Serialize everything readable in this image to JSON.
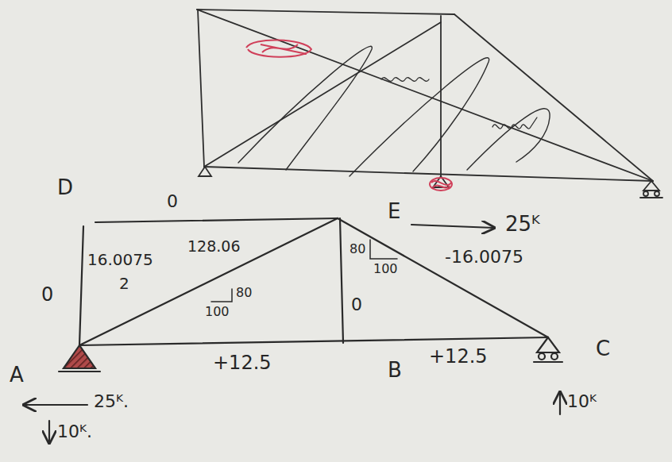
{
  "diagram": {
    "labels": [
      "D",
      "0",
      "E",
      "25ᴷ",
      "16.0075",
      "128.06",
      "80",
      "100",
      "-16.0075",
      "0",
      "2",
      "80",
      "0",
      "100",
      "A",
      "+12.5",
      "B",
      "+12.5",
      "C",
      "25ᴷ.",
      "10ᴷ",
      "10ᴷ."
    ]
  }
}
